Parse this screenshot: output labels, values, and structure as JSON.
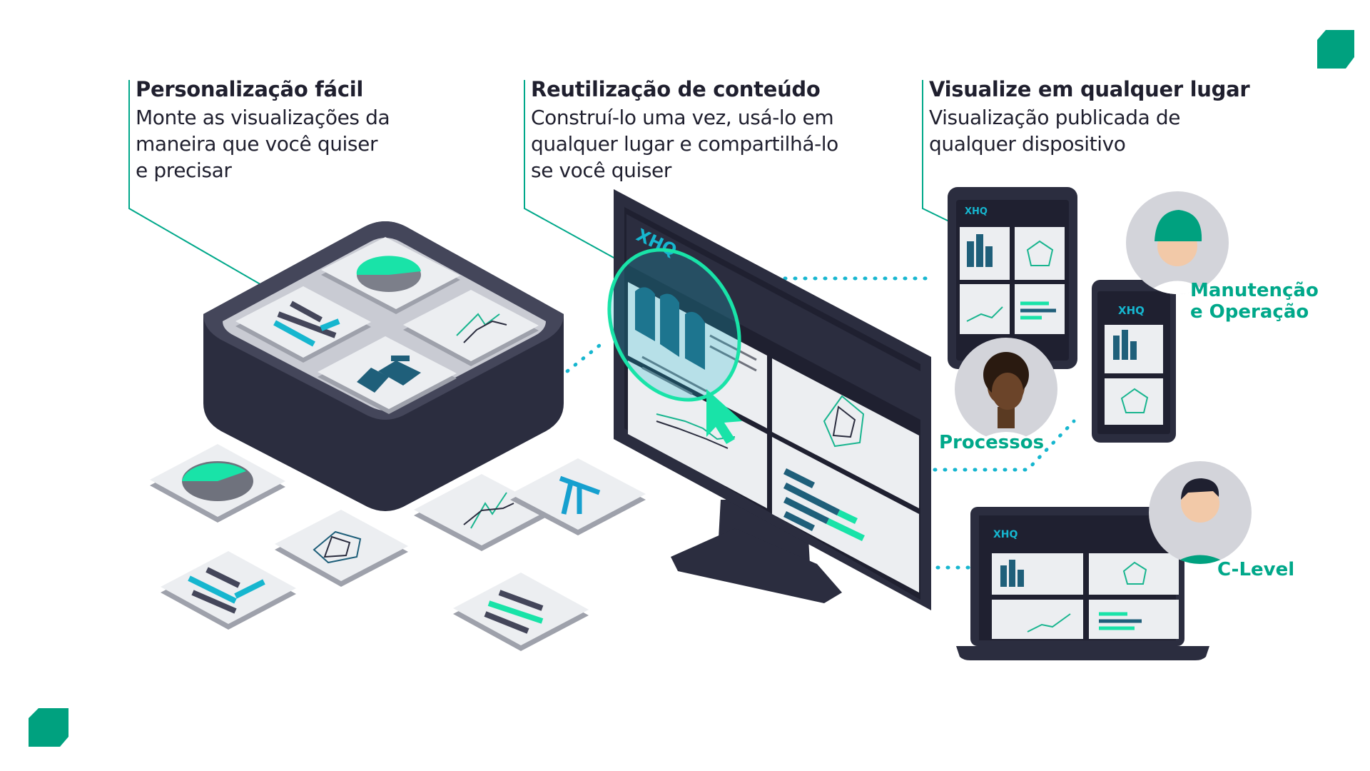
{
  "features": [
    {
      "title": "Personalização fácil",
      "lines": [
        "Monte as visualizações da",
        "maneira que você quiser",
        "e precisar"
      ]
    },
    {
      "title": "Reutilização de conteúdo",
      "lines": [
        "Construí-lo uma vez, usá-lo em",
        "qualquer lugar e compartilhá-lo",
        "se você quiser"
      ]
    },
    {
      "title": "Visualize em qualquer lugar",
      "lines": [
        "Visualização publicada de",
        "qualquer dispositivo"
      ]
    }
  ],
  "brand": {
    "logo_text": "XHQ"
  },
  "roles": {
    "maintenance": {
      "line1": "Manutenção",
      "line2": "e Operação"
    },
    "processes": "Processos",
    "clevel": "C-Level"
  },
  "colors": {
    "accent": "#00a88a",
    "mint": "#19e3a8",
    "teal": "#16b6cf",
    "navy": "#2b2d3f",
    "dark_blue": "#1f5f7a",
    "tile": "#e9eaee",
    "corner_green": "#00a17f"
  },
  "icons": [
    "pie-chart-icon",
    "bar-chart-icon",
    "line-chart-icon",
    "radar-chart-icon",
    "factory-icon",
    "pumpjack-icon",
    "cursor-icon",
    "person-avatar-icon"
  ]
}
